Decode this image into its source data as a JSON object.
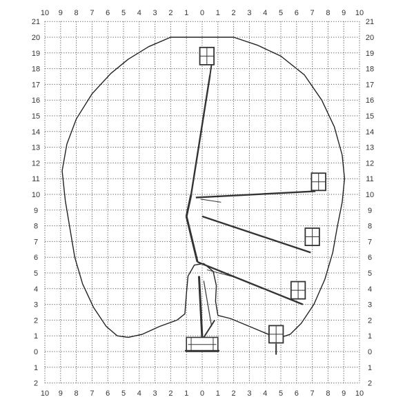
{
  "x_ticks": [
    "10",
    "9",
    "8",
    "7",
    "6",
    "5",
    "4",
    "3",
    "2",
    "1",
    "0",
    "1",
    "2",
    "3",
    "4",
    "5",
    "6",
    "7",
    "8",
    "9",
    "10"
  ],
  "y_ticks": [
    "21",
    "20",
    "19",
    "18",
    "17",
    "16",
    "15",
    "14",
    "13",
    "12",
    "11",
    "10",
    "9",
    "8",
    "7",
    "6",
    "5",
    "4",
    "3",
    "2",
    "1",
    "0",
    "1",
    "2"
  ],
  "colors": {
    "grid": "#555555",
    "outline": "#222222",
    "machine": "#333333"
  }
}
